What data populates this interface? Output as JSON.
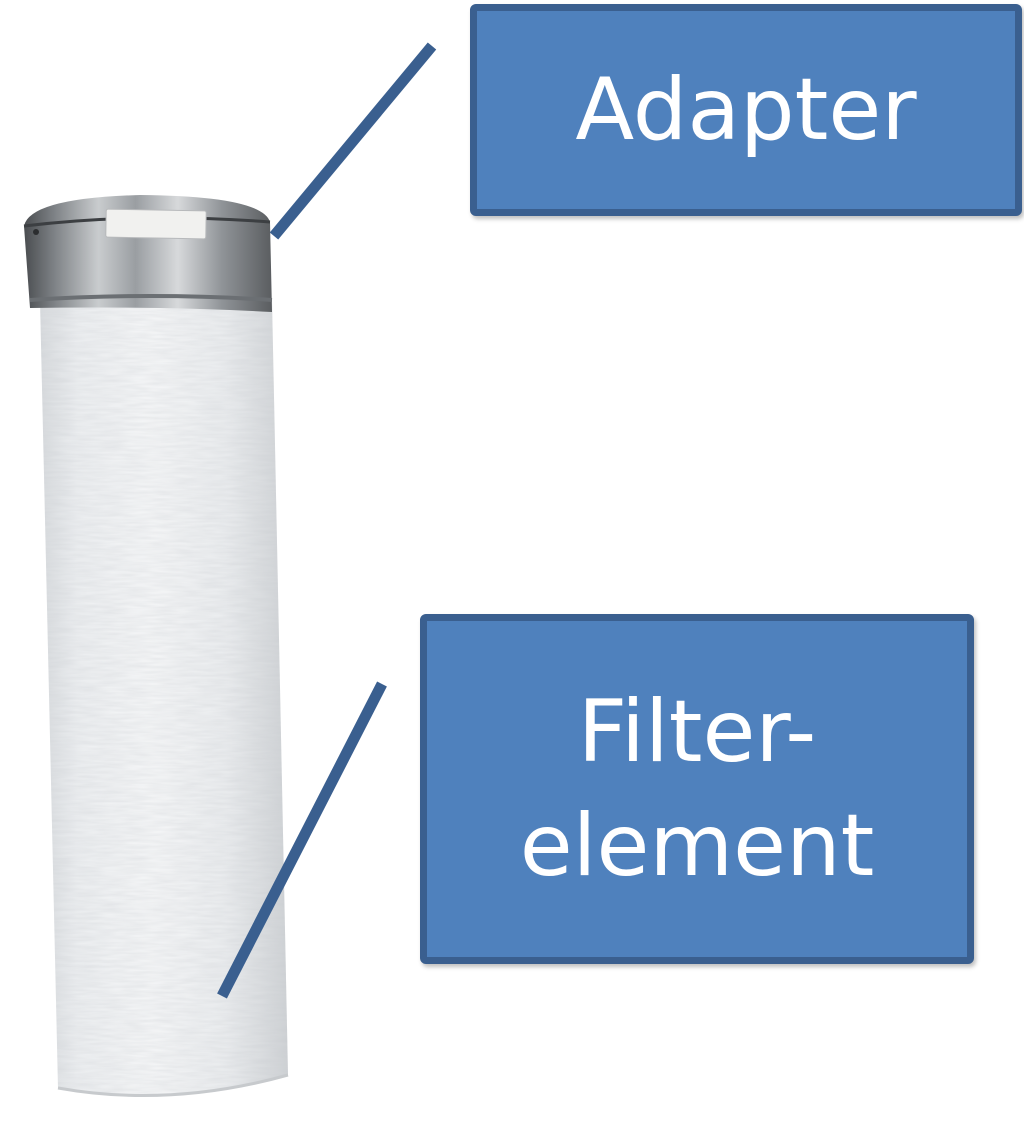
{
  "callouts": {
    "adapter": {
      "label": "Adapter"
    },
    "filter_element": {
      "label_line1": "Filter-",
      "label_line2": "element"
    }
  },
  "product_photo": {
    "adapter_tag_text": "",
    "colors": {
      "metal_cap": "#8c8f92",
      "filter_fabric": "#eef0f2",
      "callout_fill": "#4f81bd",
      "callout_border": "#3a5f8f",
      "leader_line": "#3a5f8f"
    }
  }
}
